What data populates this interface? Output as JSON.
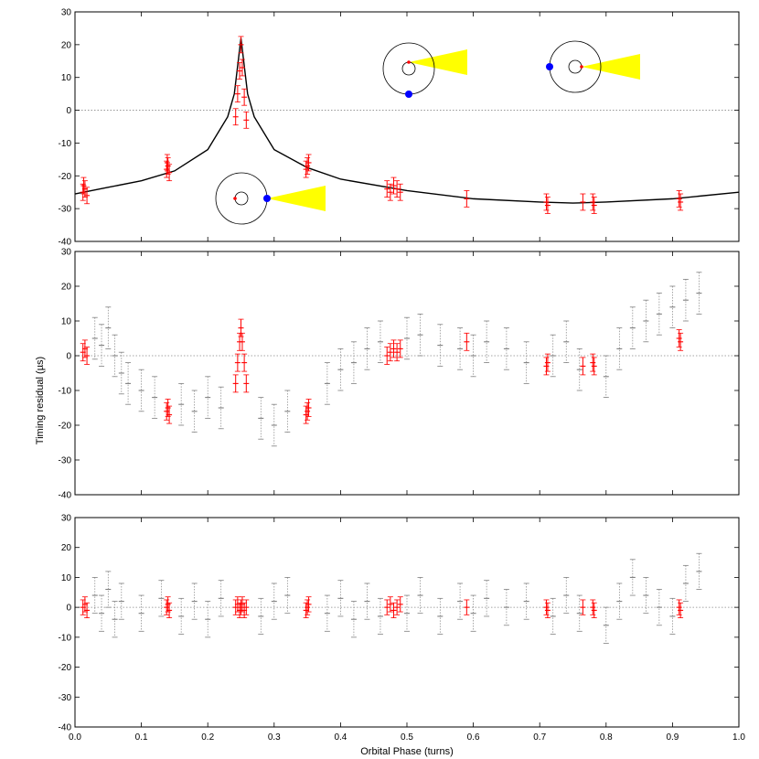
{
  "chart_data": [
    {
      "type": "scatter",
      "title": "",
      "xlabel": "",
      "ylabel": "",
      "xlim": [
        0.0,
        1.0
      ],
      "ylim": [
        -40,
        30
      ],
      "yticks": [
        -40,
        -30,
        -20,
        -10,
        0,
        10,
        20,
        30
      ],
      "grid": false,
      "zero_line": true,
      "model_curve": {
        "name": "",
        "description": "Shapiro delay model, peak near phase 0.25",
        "points": [
          [
            0.0,
            -25.5
          ],
          [
            0.05,
            -23.5
          ],
          [
            0.1,
            -21.5
          ],
          [
            0.15,
            -18.5
          ],
          [
            0.2,
            -12.0
          ],
          [
            0.23,
            -2.0
          ],
          [
            0.24,
            5.0
          ],
          [
            0.25,
            22.0
          ],
          [
            0.26,
            5.0
          ],
          [
            0.27,
            -2.0
          ],
          [
            0.3,
            -12.0
          ],
          [
            0.35,
            -17.5
          ],
          [
            0.4,
            -21.0
          ],
          [
            0.5,
            -24.5
          ],
          [
            0.6,
            -27.0
          ],
          [
            0.7,
            -28.0
          ],
          [
            0.75,
            -28.3
          ],
          [
            0.8,
            -28.0
          ],
          [
            0.9,
            -27.0
          ],
          [
            1.0,
            -25.0
          ]
        ]
      },
      "series": [
        {
          "color": "#ff0000",
          "points": [
            [
              0.012,
              -25
            ],
            [
              0.015,
              -24
            ],
            [
              0.018,
              -26
            ],
            [
              0.013,
              -23
            ],
            [
              0.138,
              -18
            ],
            [
              0.14,
              -17
            ],
            [
              0.142,
              -19
            ],
            [
              0.139,
              -16
            ],
            [
              0.245,
              5
            ],
            [
              0.248,
              12
            ],
            [
              0.25,
              20
            ],
            [
              0.252,
              13
            ],
            [
              0.255,
              4
            ],
            [
              0.242,
              -2
            ],
            [
              0.258,
              -3
            ],
            [
              0.35,
              -17
            ],
            [
              0.352,
              -16
            ],
            [
              0.348,
              -18
            ],
            [
              0.47,
              -24
            ],
            [
              0.475,
              -25
            ],
            [
              0.48,
              -23
            ],
            [
              0.485,
              -24
            ],
            [
              0.49,
              -25
            ],
            [
              0.59,
              -27
            ],
            [
              0.71,
              -28
            ],
            [
              0.712,
              -29
            ],
            [
              0.765,
              -28
            ],
            [
              0.78,
              -28
            ],
            [
              0.782,
              -29
            ],
            [
              0.91,
              -27
            ],
            [
              0.912,
              -28
            ]
          ]
        }
      ],
      "inset_diagrams": [
        {
          "phase": 0.25,
          "pulsar_position": "right",
          "companion_position": "left"
        },
        {
          "phase": 0.5,
          "pulsar_position": "bottom",
          "companion_position": "top"
        },
        {
          "phase": 0.75,
          "pulsar_position": "left",
          "companion_position": "right"
        }
      ],
      "inset_colors": {
        "orbit": "#000000",
        "pulsar": "#0000ff",
        "companion": "#ff0000",
        "beam": "#ffff00"
      }
    },
    {
      "type": "scatter",
      "title": "",
      "xlabel": "",
      "ylabel": "Timing residual (µs)",
      "xlim": [
        0.0,
        1.0
      ],
      "ylim": [
        -40,
        30
      ],
      "yticks": [
        -40,
        -30,
        -20,
        -10,
        0,
        10,
        20,
        30
      ],
      "grid": false,
      "zero_line": true,
      "series": [
        {
          "color": "#808080",
          "points": [
            [
              0.03,
              5
            ],
            [
              0.04,
              3
            ],
            [
              0.05,
              8
            ],
            [
              0.06,
              0
            ],
            [
              0.07,
              -5
            ],
            [
              0.08,
              -8
            ],
            [
              0.1,
              -10
            ],
            [
              0.12,
              -12
            ],
            [
              0.16,
              -14
            ],
            [
              0.18,
              -16
            ],
            [
              0.2,
              -12
            ],
            [
              0.22,
              -15
            ],
            [
              0.28,
              -18
            ],
            [
              0.3,
              -20
            ],
            [
              0.32,
              -16
            ],
            [
              0.38,
              -8
            ],
            [
              0.4,
              -4
            ],
            [
              0.42,
              -2
            ],
            [
              0.44,
              2
            ],
            [
              0.46,
              4
            ],
            [
              0.5,
              5
            ],
            [
              0.52,
              6
            ],
            [
              0.55,
              3
            ],
            [
              0.58,
              2
            ],
            [
              0.6,
              0
            ],
            [
              0.62,
              4
            ],
            [
              0.65,
              2
            ],
            [
              0.68,
              -2
            ],
            [
              0.72,
              0
            ],
            [
              0.74,
              4
            ],
            [
              0.76,
              -4
            ],
            [
              0.8,
              -6
            ],
            [
              0.82,
              2
            ],
            [
              0.84,
              8
            ],
            [
              0.86,
              10
            ],
            [
              0.88,
              12
            ],
            [
              0.9,
              14
            ],
            [
              0.92,
              16
            ],
            [
              0.94,
              18
            ]
          ]
        },
        {
          "color": "#ff0000",
          "points": [
            [
              0.012,
              1
            ],
            [
              0.015,
              2
            ],
            [
              0.018,
              0
            ],
            [
              0.138,
              -16
            ],
            [
              0.14,
              -15
            ],
            [
              0.142,
              -17
            ],
            [
              0.242,
              -8
            ],
            [
              0.245,
              -2
            ],
            [
              0.248,
              4
            ],
            [
              0.25,
              8
            ],
            [
              0.252,
              4
            ],
            [
              0.255,
              -2
            ],
            [
              0.258,
              -8
            ],
            [
              0.35,
              -16
            ],
            [
              0.352,
              -15
            ],
            [
              0.348,
              -17
            ],
            [
              0.47,
              0
            ],
            [
              0.475,
              1
            ],
            [
              0.48,
              2
            ],
            [
              0.485,
              1
            ],
            [
              0.49,
              2
            ],
            [
              0.59,
              4
            ],
            [
              0.71,
              -3
            ],
            [
              0.712,
              -2
            ],
            [
              0.765,
              -3
            ],
            [
              0.78,
              -2
            ],
            [
              0.782,
              -3
            ],
            [
              0.91,
              5
            ],
            [
              0.912,
              4
            ]
          ]
        }
      ]
    },
    {
      "type": "scatter",
      "title": "",
      "xlabel": "Orbital Phase (turns)",
      "ylabel": "",
      "xlim": [
        0.0,
        1.0
      ],
      "ylim": [
        -40,
        30
      ],
      "xticks": [
        0.0,
        0.1,
        0.2,
        0.3,
        0.4,
        0.5,
        0.6,
        0.7,
        0.8,
        0.9,
        1.0
      ],
      "yticks": [
        -40,
        -30,
        -20,
        -10,
        0,
        10,
        20,
        30
      ],
      "grid": false,
      "zero_line": true,
      "series": [
        {
          "color": "#808080",
          "points": [
            [
              0.03,
              4
            ],
            [
              0.04,
              -2
            ],
            [
              0.05,
              6
            ],
            [
              0.06,
              -4
            ],
            [
              0.07,
              2
            ],
            [
              0.1,
              -2
            ],
            [
              0.13,
              3
            ],
            [
              0.16,
              -3
            ],
            [
              0.18,
              2
            ],
            [
              0.2,
              -4
            ],
            [
              0.22,
              3
            ],
            [
              0.28,
              -3
            ],
            [
              0.3,
              2
            ],
            [
              0.32,
              4
            ],
            [
              0.38,
              -2
            ],
            [
              0.4,
              3
            ],
            [
              0.42,
              -4
            ],
            [
              0.44,
              2
            ],
            [
              0.46,
              -3
            ],
            [
              0.5,
              -2
            ],
            [
              0.52,
              4
            ],
            [
              0.55,
              -3
            ],
            [
              0.58,
              2
            ],
            [
              0.6,
              -2
            ],
            [
              0.62,
              3
            ],
            [
              0.65,
              0
            ],
            [
              0.68,
              2
            ],
            [
              0.72,
              -3
            ],
            [
              0.74,
              4
            ],
            [
              0.76,
              -2
            ],
            [
              0.8,
              -6
            ],
            [
              0.82,
              2
            ],
            [
              0.84,
              10
            ],
            [
              0.86,
              4
            ],
            [
              0.88,
              0
            ],
            [
              0.9,
              -3
            ],
            [
              0.92,
              8
            ],
            [
              0.94,
              12
            ]
          ]
        },
        {
          "color": "#ff0000",
          "points": [
            [
              0.012,
              0
            ],
            [
              0.015,
              1
            ],
            [
              0.018,
              -1
            ],
            [
              0.138,
              0
            ],
            [
              0.14,
              1
            ],
            [
              0.142,
              -1
            ],
            [
              0.242,
              0
            ],
            [
              0.245,
              1
            ],
            [
              0.248,
              -1
            ],
            [
              0.25,
              0
            ],
            [
              0.252,
              1
            ],
            [
              0.255,
              -1
            ],
            [
              0.258,
              0
            ],
            [
              0.35,
              0
            ],
            [
              0.352,
              1
            ],
            [
              0.348,
              -1
            ],
            [
              0.47,
              0
            ],
            [
              0.475,
              1
            ],
            [
              0.48,
              -1
            ],
            [
              0.485,
              0
            ],
            [
              0.49,
              1
            ],
            [
              0.59,
              0
            ],
            [
              0.71,
              0
            ],
            [
              0.712,
              -1
            ],
            [
              0.765,
              0
            ],
            [
              0.78,
              0
            ],
            [
              0.782,
              -1
            ],
            [
              0.91,
              0
            ],
            [
              0.912,
              -1
            ]
          ]
        }
      ]
    }
  ]
}
